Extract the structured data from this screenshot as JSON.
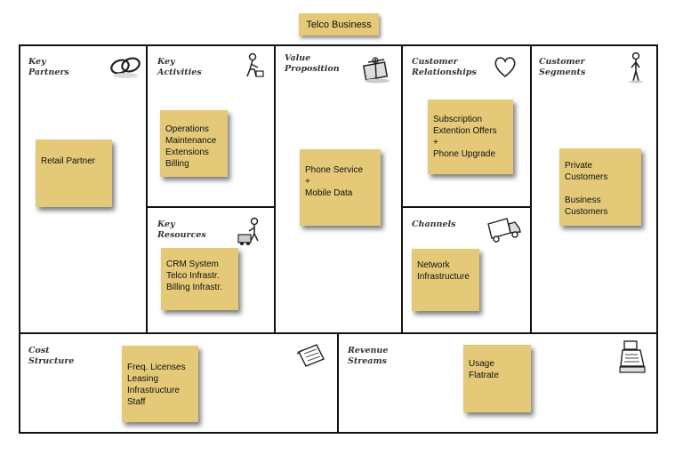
{
  "title": "Telco Business",
  "blocks": {
    "key_partners": {
      "label": "Key\nPartners",
      "notes": [
        "Retail Partner"
      ],
      "icon": "chain-links-icon"
    },
    "key_activities": {
      "label": "Key\nActivities",
      "notes": [
        "Operations\nMaintenance\nExtensions\nBilling"
      ],
      "icon": "worker-icon"
    },
    "key_resources": {
      "label": "Key\nResources",
      "notes": [
        "CRM System\nTelco Infrastr.\nBilling Infrastr."
      ],
      "icon": "factory-worker-icon"
    },
    "value_proposition": {
      "label": "Value\nProposition",
      "notes": [
        "Phone Service\n+\nMobile Data"
      ],
      "icon": "gift-icon"
    },
    "customer_relationships": {
      "label": "Customer\nRelationships",
      "notes": [
        "Subscription\nExtention Offers\n+\nPhone Upgrade"
      ],
      "icon": "heart-icon"
    },
    "channels": {
      "label": "Channels",
      "notes": [
        "Network\nInfrastructure"
      ],
      "icon": "truck-icon"
    },
    "customer_segments": {
      "label": "Customer\nSegments",
      "notes": [
        "Private\nCustomers\n\nBusiness\nCustomers"
      ],
      "icon": "person-icon"
    },
    "cost_structure": {
      "label": "Cost\nStructure",
      "notes": [
        "Freq. Licenses\nLeasing\nInfrastructure\nStaff"
      ],
      "icon": "receipt-icon"
    },
    "revenue_streams": {
      "label": "Revenue\nStreams",
      "notes": [
        "Usage\nFlatrate"
      ],
      "icon": "cash-register-icon"
    }
  },
  "colors": {
    "sticky_note": "#e3c978",
    "border": "#111111"
  }
}
